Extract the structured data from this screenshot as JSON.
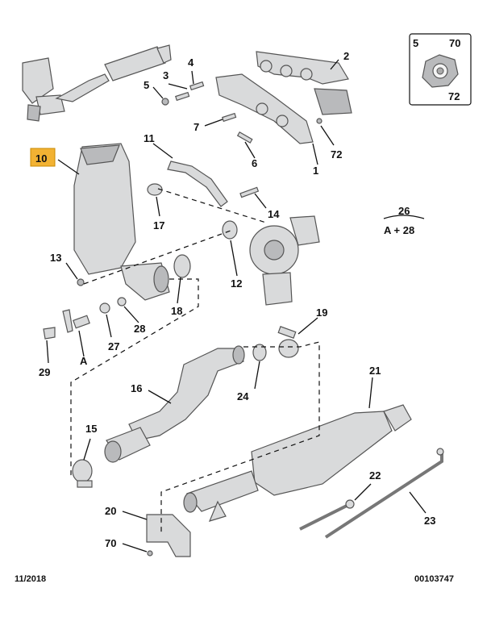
{
  "callouts": {
    "c1": "1",
    "c2": "2",
    "c3": "3",
    "c4": "4",
    "c5": "5",
    "c6": "6",
    "c7": "7",
    "c10": "10",
    "c11": "11",
    "c12": "12",
    "c13": "13",
    "c14": "14",
    "c15": "15",
    "c16": "16",
    "c17": "17",
    "c18": "18",
    "c19": "19",
    "c20": "20",
    "c21": "21",
    "c22": "22",
    "c23": "23",
    "c24": "24",
    "c26": "26",
    "c26_formula": "A + 28",
    "c27": "27",
    "c28": "28",
    "c29": "29",
    "cA": "A",
    "c70": "70",
    "c72": "72"
  },
  "inset": {
    "left": "5",
    "right": "70",
    "bottom": "72"
  },
  "footer": {
    "date": "11/2018",
    "ref": "00103747"
  },
  "colors": {
    "highlight": "#f2b233",
    "part_fill": "#d9dadb",
    "line": "#111111"
  }
}
